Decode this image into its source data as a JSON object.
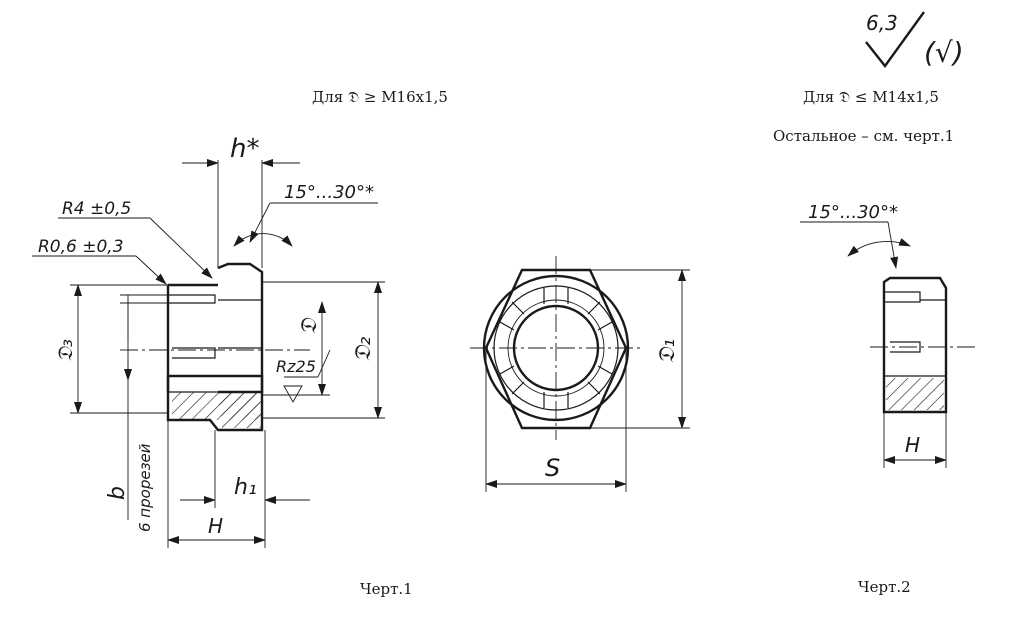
{
  "captions": {
    "left_condition": "Для 𝔇 ≥ M16x1,5",
    "right_condition": "Для 𝔇 ≤ M14x1,5",
    "rest_note": "Остальное – см. черт.1",
    "fig1": "Черт.1",
    "fig2": "Черт.2"
  },
  "roughness": {
    "value": "6,3",
    "symbol": "(√)"
  },
  "dimensions": {
    "h_star": "h*",
    "angle_fig1": "15°...30°*",
    "angle_fig2": "15°...30°*",
    "r4": "R4 ±0,5",
    "r06": "R0,6 ±0,3",
    "d3": "𝔇₃",
    "d": "𝔇",
    "d2": "𝔇₂",
    "rz": "Rz25",
    "d1": "𝔇₁",
    "s": "S",
    "b": "b",
    "slots": "6 прорезей",
    "h1": "h₁",
    "H1": "H",
    "H2": "H"
  }
}
